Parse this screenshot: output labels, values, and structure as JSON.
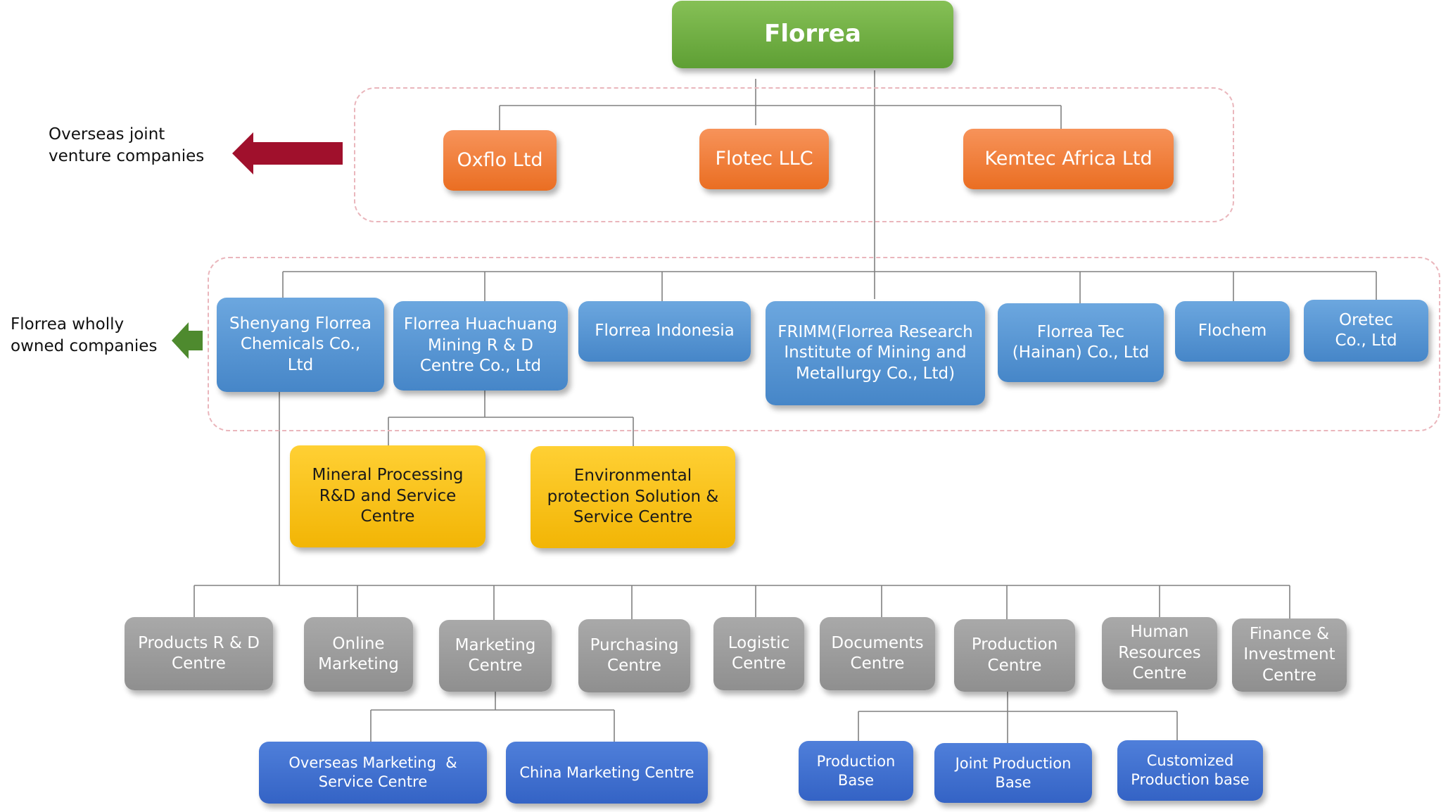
{
  "colors": {
    "green": "#6eaf42",
    "orange": "#f07d35",
    "blue_company": "#5a98d8",
    "yellow_centre": "#f8c414",
    "gray_department": "#9b9b9b",
    "blue_sub": "#3f71d0",
    "arrow_overseas": "#a0102c",
    "arrow_owned": "#4e8a2e",
    "connector": "#808080"
  },
  "labels": {
    "overseas": "Overseas joint\nventure companies",
    "owned": "Florrea wholly\nowned companies"
  },
  "nodes": {
    "root": "Florrea",
    "oxflo": "Oxflo Ltd",
    "flotec": "Flotec LLC",
    "kemtec": "Kemtec Africa Ltd",
    "shenyang": "Shenyang Florrea\nChemicals Co.,\nLtd",
    "huachuang": "Florrea Huachuang\nMining R & D\nCentre Co., Ltd",
    "indonesia": "Florrea Indonesia",
    "frimm": "FRIMM(Florrea Research\nInstitute of Mining and\nMetallurgy Co., Ltd)",
    "tec_hainan": "Florrea Tec\n(Hainan) Co., Ltd",
    "flochem": "Flochem",
    "oretec": "Oretec\nCo., Ltd",
    "mineral": "Mineral Processing\nR&D and Service\nCentre",
    "environmental": "Environmental\nprotection Solution &\nService Centre",
    "products_rd": "Products R & D\nCentre",
    "online": "Online\nMarketing",
    "marketing": "Marketing\nCentre",
    "purchasing": "Purchasing\nCentre",
    "logistic": "Logistic\nCentre",
    "documents": "Documents\nCentre",
    "production": "Production\nCentre",
    "hr": "Human\nResources\nCentre",
    "finance": "Finance &\nInvestment\nCentre",
    "overseas_mkt": "Overseas Marketing  &\nService Centre",
    "china_mkt": "China Marketing Centre",
    "prod_base": "Production\nBase",
    "joint_prod": "Joint Production\nBase",
    "custom_prod": "Customized\nProduction base"
  }
}
